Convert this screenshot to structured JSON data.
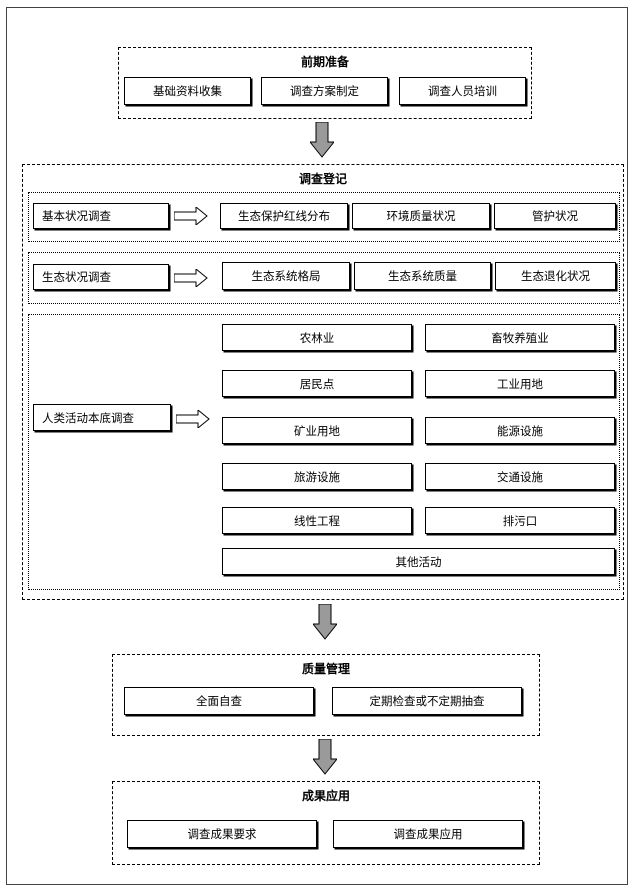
{
  "sections": {
    "prep": {
      "title": "前期准备",
      "items": [
        "基础资料收集",
        "调查方案制定",
        "调查人员培训"
      ]
    },
    "survey": {
      "title": "调查登记",
      "basic": {
        "label": "基本状况调查",
        "items": [
          "生态保护红线分布",
          "环境质量状况",
          "管护状况"
        ]
      },
      "eco": {
        "label": "生态状况调查",
        "items": [
          "生态系统格局",
          "生态系统质量",
          "生态退化状况"
        ]
      },
      "human": {
        "label": "人类活动本底调查",
        "items": [
          "农林业",
          "畜牧养殖业",
          "居民点",
          "工业用地",
          "矿业用地",
          "能源设施",
          "旅游设施",
          "交通设施",
          "线性工程",
          "排污口",
          "其他活动"
        ]
      }
    },
    "quality": {
      "title": "质量管理",
      "items": [
        "全面自查",
        "定期检查或不定期抽查"
      ]
    },
    "results": {
      "title": "成果应用",
      "items": [
        "调查成果要求",
        "调查成果应用"
      ]
    }
  }
}
